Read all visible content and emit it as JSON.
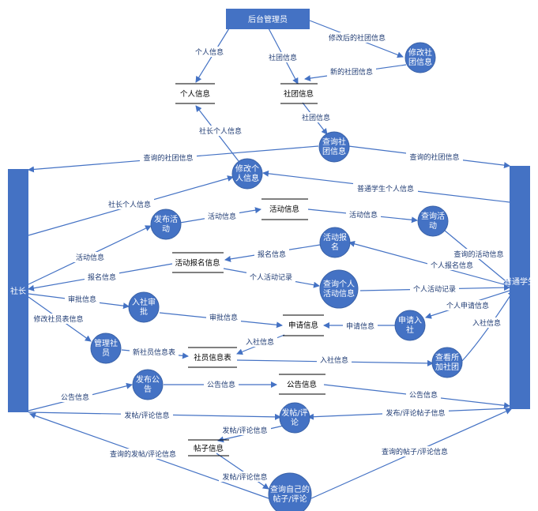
{
  "entities": {
    "admin": "后台管理员",
    "president": "社长",
    "student": "普通学生"
  },
  "processes": {
    "modify_club": [
      "修改社",
      "团信息"
    ],
    "query_club": [
      "查询社",
      "团信息"
    ],
    "modify_personal": [
      "修改个",
      "人信息"
    ],
    "publish_activity": [
      "发布活",
      "动"
    ],
    "query_activity": [
      "查询活",
      "动"
    ],
    "activity_signup": [
      "活动报",
      "名"
    ],
    "query_personal_activity": [
      "查询个人",
      "活动信息"
    ],
    "join_approval": [
      "入社审",
      "批"
    ],
    "apply_join": [
      "申请入",
      "社"
    ],
    "manage_members": [
      "管理社",
      "员"
    ],
    "view_joined": [
      "查看所",
      "加社团"
    ],
    "publish_notice": [
      "发布公",
      "告"
    ],
    "post_comment": [
      "发帖/评",
      "论"
    ],
    "query_own_posts": [
      "查询自己的",
      "帖子/评论"
    ]
  },
  "stores": {
    "personal_info": "个人信息",
    "club_info": "社团信息",
    "activity_info": "活动信息",
    "signup_info": "活动报名信息",
    "application_info": "申请信息",
    "member_table": "社员信息表",
    "notice_info": "公告信息",
    "post_info": "帖子信息"
  },
  "flows": {
    "admin_personal": "个人信息",
    "admin_club": "社团信息",
    "admin_modified": "修改后的社团信息",
    "new_club": "新的社团信息",
    "club_query": "社团信息",
    "pres_personal": "社长个人信息",
    "queried_club_left": "查询的社团信息",
    "queried_club_right": "查询的社团信息",
    "student_personal": "普通学生个人信息",
    "pres_personal2": "社长个人信息",
    "activity_info_a": "活动信息",
    "activity_info_b": "活动信息",
    "activity_info_c": "活动信息",
    "queried_activity": "查询的活动信息",
    "signup_info_a": "报名信息",
    "signup_info_b": "报名信息",
    "personal_signup": "个人报名信息",
    "personal_activity_a": "个人活动记录",
    "personal_activity_b": "个人活动记录",
    "approval_info_a": "审批信息",
    "approval_info_b": "审批信息",
    "apply_info": "申请信息",
    "personal_apply": "个人申请信息",
    "join_info_a": "入社信息",
    "join_info_b": "入社信息",
    "join_info_c": "入社信息",
    "modify_member": "修改社员表信息",
    "new_member": "新社员信息表",
    "notice_a": "公告信息",
    "notice_b": "公告信息",
    "notice_c": "公告信息",
    "post_a": "发帖/评论信息",
    "post_b": "发帖/评论信息",
    "post_c": "发帖/评论信息",
    "post_reply": "发布/评论帖子信息",
    "queried_posts_a": "查询的发帖/评论信息",
    "queried_posts_b": "查询的帖子/评论信息"
  }
}
